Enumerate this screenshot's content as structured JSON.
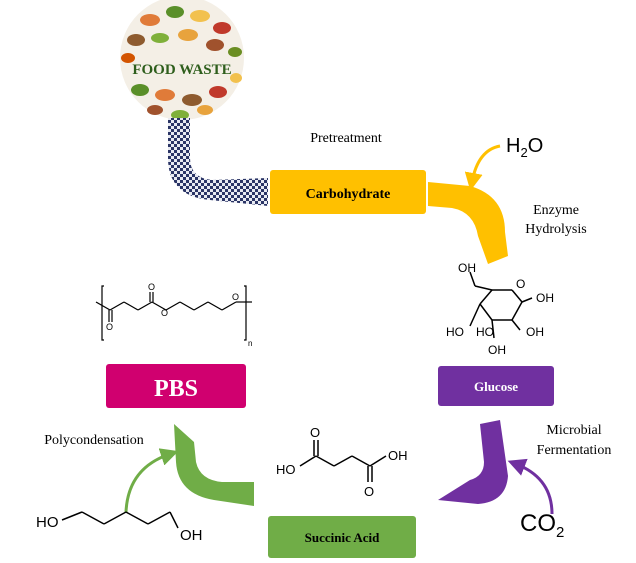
{
  "logo": {
    "text": "FOOD WASTE"
  },
  "steps": {
    "pretreatment": "Pretreatment",
    "enzyme_line1": "Enzyme",
    "enzyme_line2": "Hydrolysis",
    "microbial_line1": "Microbial",
    "microbial_line2": "Fermentation",
    "polycondensation": "Polycondensation"
  },
  "boxes": {
    "carbohydrate": {
      "label": "Carbohydrate",
      "color": "#FFC000"
    },
    "glucose": {
      "label": "Glucose",
      "color": "#7030A0"
    },
    "succinic": {
      "label": "Succinic Acid",
      "color": "#70AD47"
    },
    "pbs": {
      "label": "PBS",
      "color": "#D0006F"
    }
  },
  "reagents": {
    "water": {
      "base": "H",
      "sub": "2",
      "tail": "O"
    },
    "co2": {
      "base": "CO",
      "sub": "2"
    }
  },
  "molecules": {
    "glucose": {
      "oh_labels": [
        "OH",
        "O",
        "OH",
        "HO",
        "OH",
        "HO",
        "OH"
      ]
    },
    "succinic_acid": {
      "top_o_left": "O",
      "ho": "HO",
      "oh": "OH",
      "bottom_o_right": "O"
    },
    "butanediol": {
      "ho": "HO",
      "oh": "OH"
    },
    "pbs_repeat": {
      "o_labels": [
        "O",
        "O",
        "O",
        "O"
      ],
      "subscript": "n"
    }
  }
}
